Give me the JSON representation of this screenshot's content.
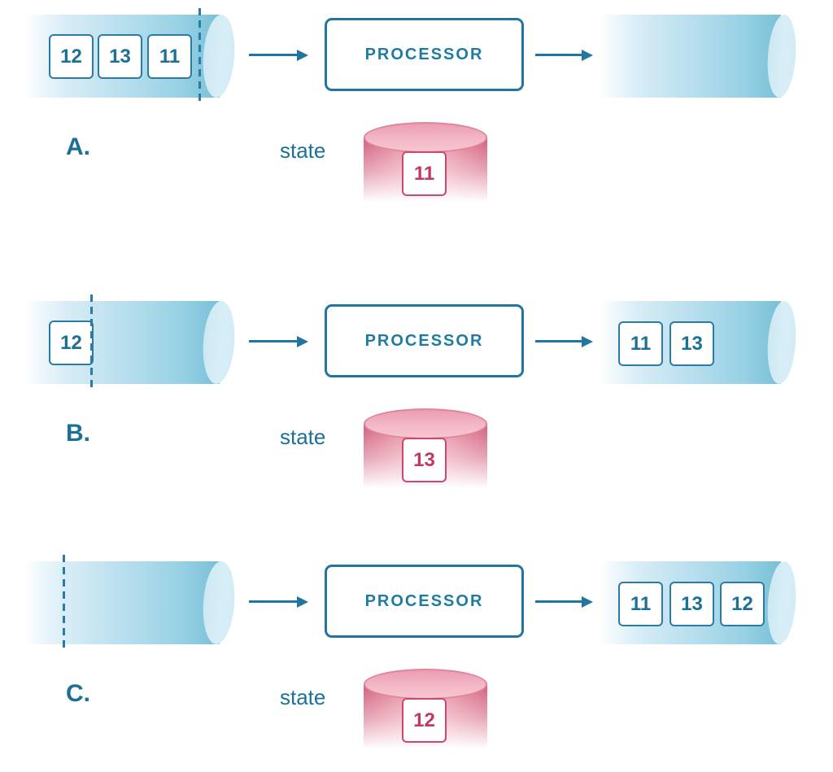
{
  "colors": {
    "accent_blue": "#1c7097",
    "blue_border": "#2b7ba3",
    "arrow_blue": "#2176a0",
    "pipe_blue_mid": "#b3ddec",
    "pipe_blue_edge": "#7dc2d9",
    "pipe_cap_blue": "#d2ecf6",
    "state_pink_dark": "#d25f7d",
    "state_pink_cap": "#f3b8c6",
    "state_chip_border": "#cb4a6b",
    "state_chip_text": "#c3385f",
    "background": "#ffffff"
  },
  "rows": [
    {
      "label": "A.",
      "processor": "PROCESSOR",
      "state_label": "state",
      "input_items": [
        "12",
        "13",
        "11"
      ],
      "output_items": [],
      "state_value": "11"
    },
    {
      "label": "B.",
      "processor": "PROCESSOR",
      "state_label": "state",
      "input_items": [
        "12"
      ],
      "output_items": [
        "11",
        "13"
      ],
      "state_value": "13"
    },
    {
      "label": "C.",
      "processor": "PROCESSOR",
      "state_label": "state",
      "input_items": [],
      "output_items": [
        "11",
        "13",
        "12"
      ],
      "state_value": "12"
    }
  ]
}
